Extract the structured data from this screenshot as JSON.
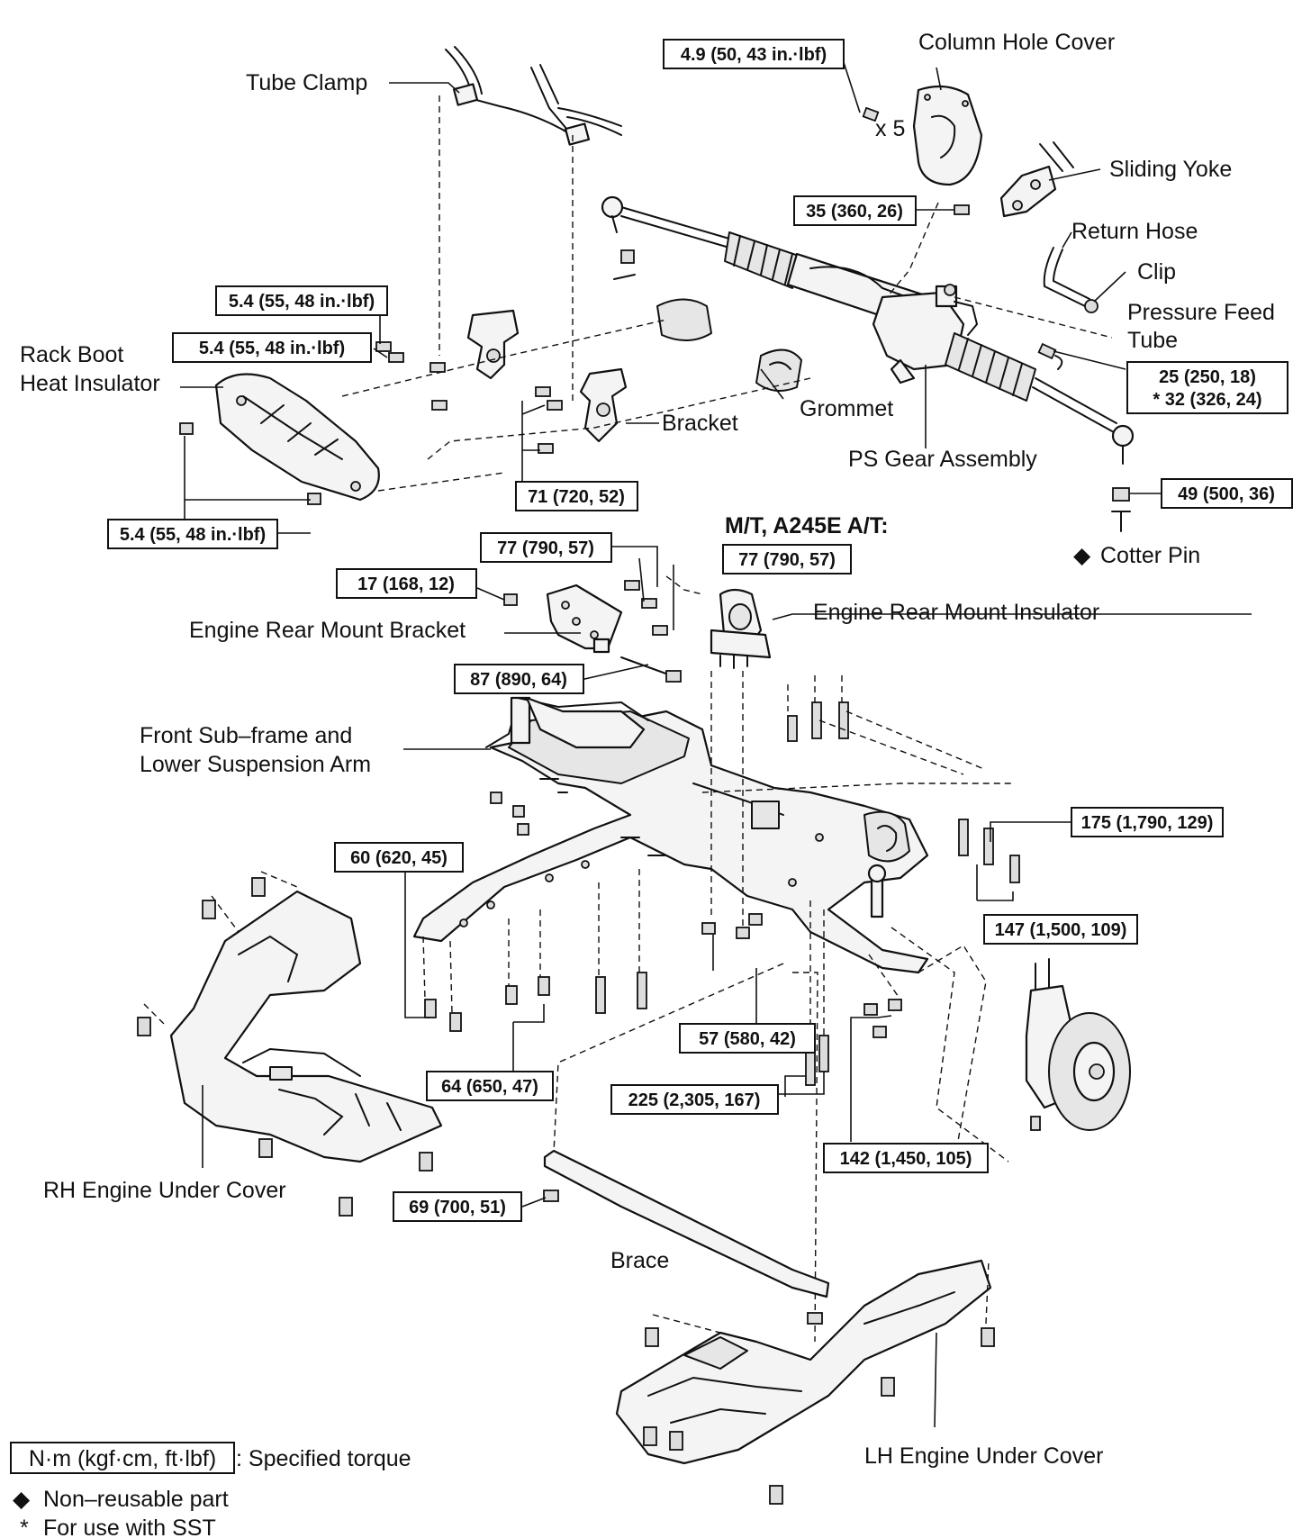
{
  "labels": {
    "tube_clamp": "Tube Clamp",
    "column_hole_cover": "Column Hole Cover",
    "x5": "x 5",
    "sliding_yoke": "Sliding Yoke",
    "return_hose": "Return Hose",
    "clip": "Clip",
    "pressure_feed_tube_1": "Pressure Feed",
    "pressure_feed_tube_2": "Tube",
    "rack_boot_1": "Rack Boot",
    "rack_boot_2": "Heat Insulator",
    "bracket": "Bracket",
    "grommet": "Grommet",
    "ps_gear": "PS Gear Assembly",
    "cotter_pin": "Cotter Pin",
    "mt_heading": "M/T, A245E A/T:",
    "engine_rear_mount_bracket": "Engine Rear Mount Bracket",
    "engine_rear_mount_insulator": "Engine Rear Mount Insulator",
    "subframe_1": "Front Sub–frame and",
    "subframe_2": "Lower Suspension Arm",
    "rh_cover": "RH Engine Under Cover",
    "brace": "Brace",
    "lh_cover": "LH Engine Under Cover"
  },
  "torques": {
    "t_col": "4.9 (50, 43 in.·lbf)",
    "t_yoke": "35 (360, 26)",
    "t_clamp1": "5.4 (55, 48 in.·lbf)",
    "t_clamp2": "5.4 (55, 48 in.·lbf)",
    "t_feed_a": "25 (250, 18)",
    "t_feed_b": "* 32 (326, 24)",
    "t_bracket": "71 (720, 52)",
    "t_insul": "5.4 (55, 48 in.·lbf)",
    "t_tierod": "49 (500, 36)",
    "t_mb1": "77 (790, 57)",
    "t_mb2": "77 (790, 57)",
    "t_mb3": "17 (168, 12)",
    "t_mb4": "87 (890, 64)",
    "t_sf1": "175 (1,790, 129)",
    "t_sf2": "147 (1,500, 109)",
    "t_sf3": "60 (620, 45)",
    "t_sf4": "64 (650, 47)",
    "t_sf5": "57 (580, 42)",
    "t_sf6": "225 (2,305, 167)",
    "t_sf7": "142 (1,450, 105)",
    "t_brace": "69 (700, 51)"
  },
  "legend": {
    "unit": "N·m (kgf·cm, ft·lbf)",
    "specified": ": Specified torque",
    "diamond": "◆",
    "nonreusable": "Non–reusable part",
    "star": "*",
    "sst": "For use with SST"
  }
}
